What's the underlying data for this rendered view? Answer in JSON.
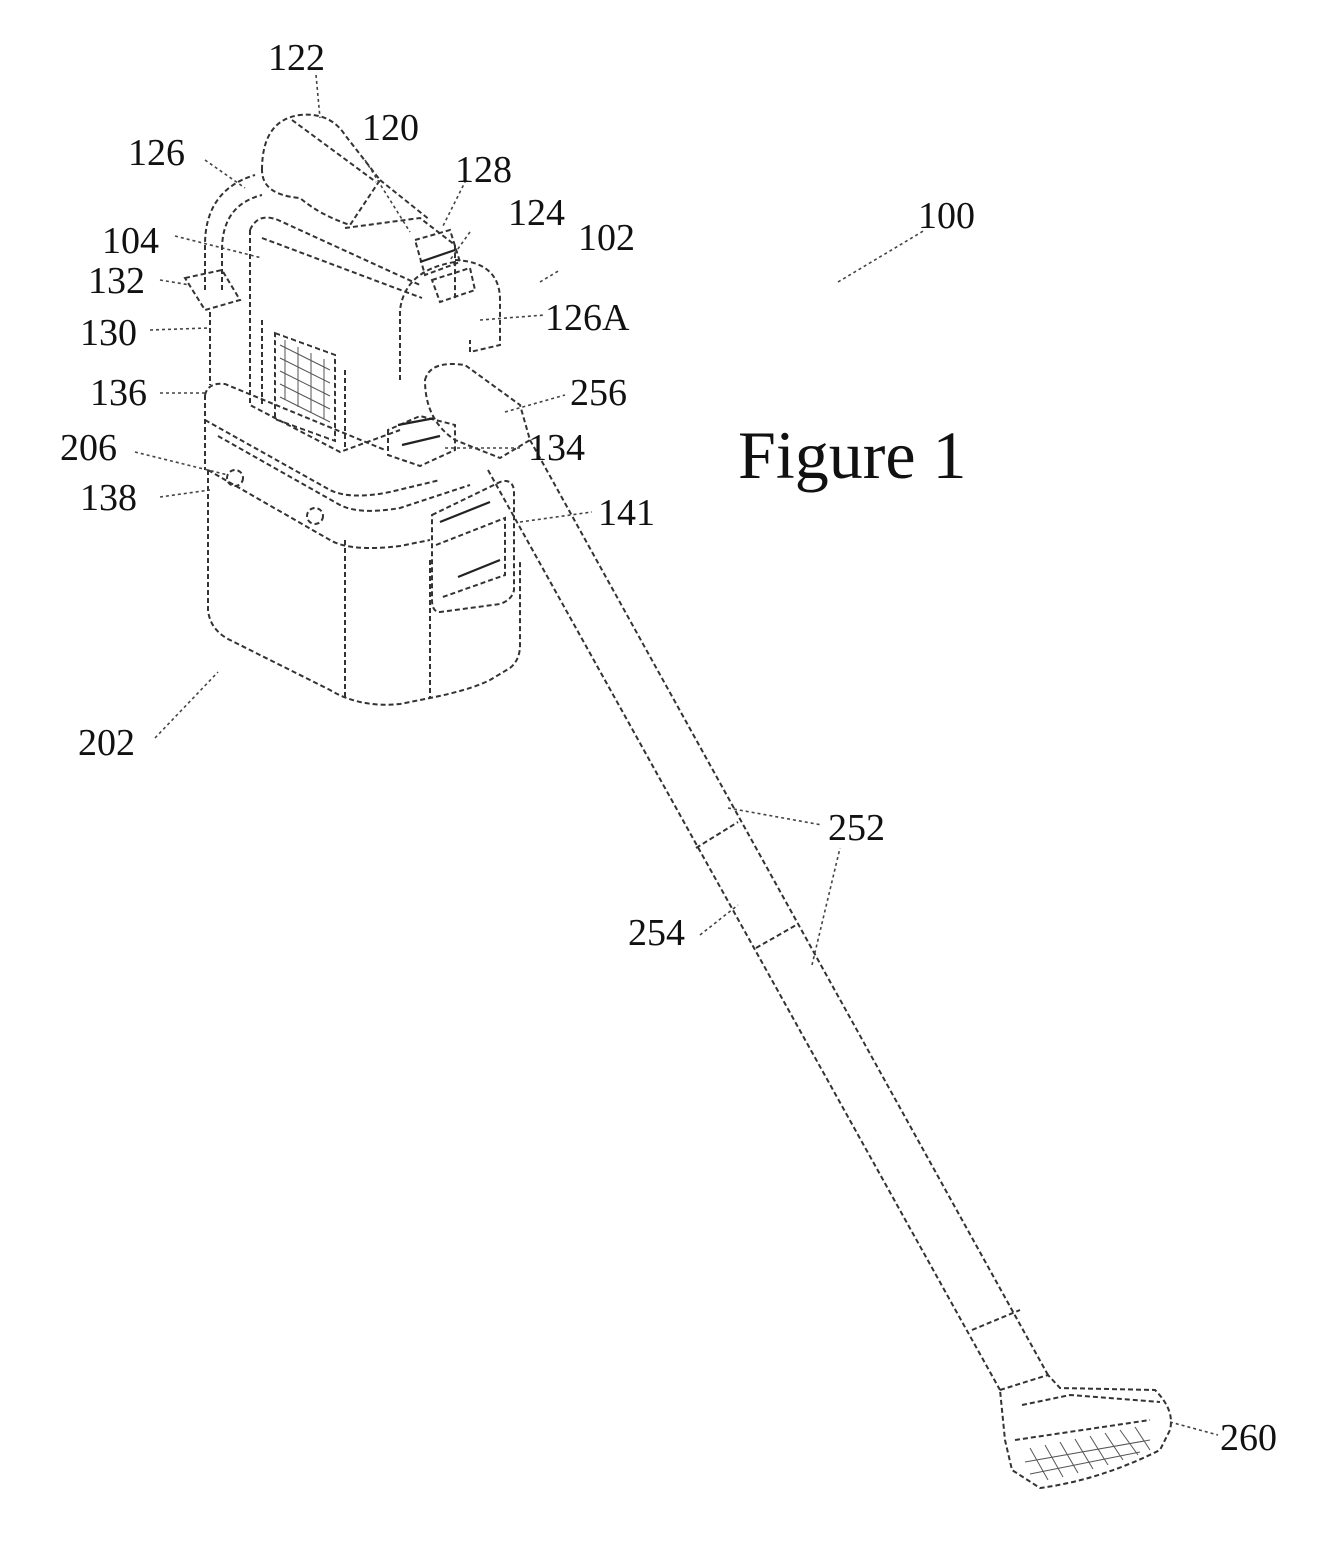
{
  "figure_title": "Figure 1",
  "labels": {
    "l100": "100",
    "l102": "102",
    "l104": "104",
    "l120": "120",
    "l122": "122",
    "l124": "124",
    "l126": "126",
    "l126A": "126A",
    "l128": "128",
    "l130": "130",
    "l132": "132",
    "l134": "134",
    "l136": "136",
    "l138": "138",
    "l141": "141",
    "l202": "202",
    "l206": "206",
    "l252": "252",
    "l254": "254",
    "l256": "256",
    "l260": "260"
  },
  "colors": {
    "line": "#333333",
    "text": "#111111",
    "background": "#ffffff"
  }
}
